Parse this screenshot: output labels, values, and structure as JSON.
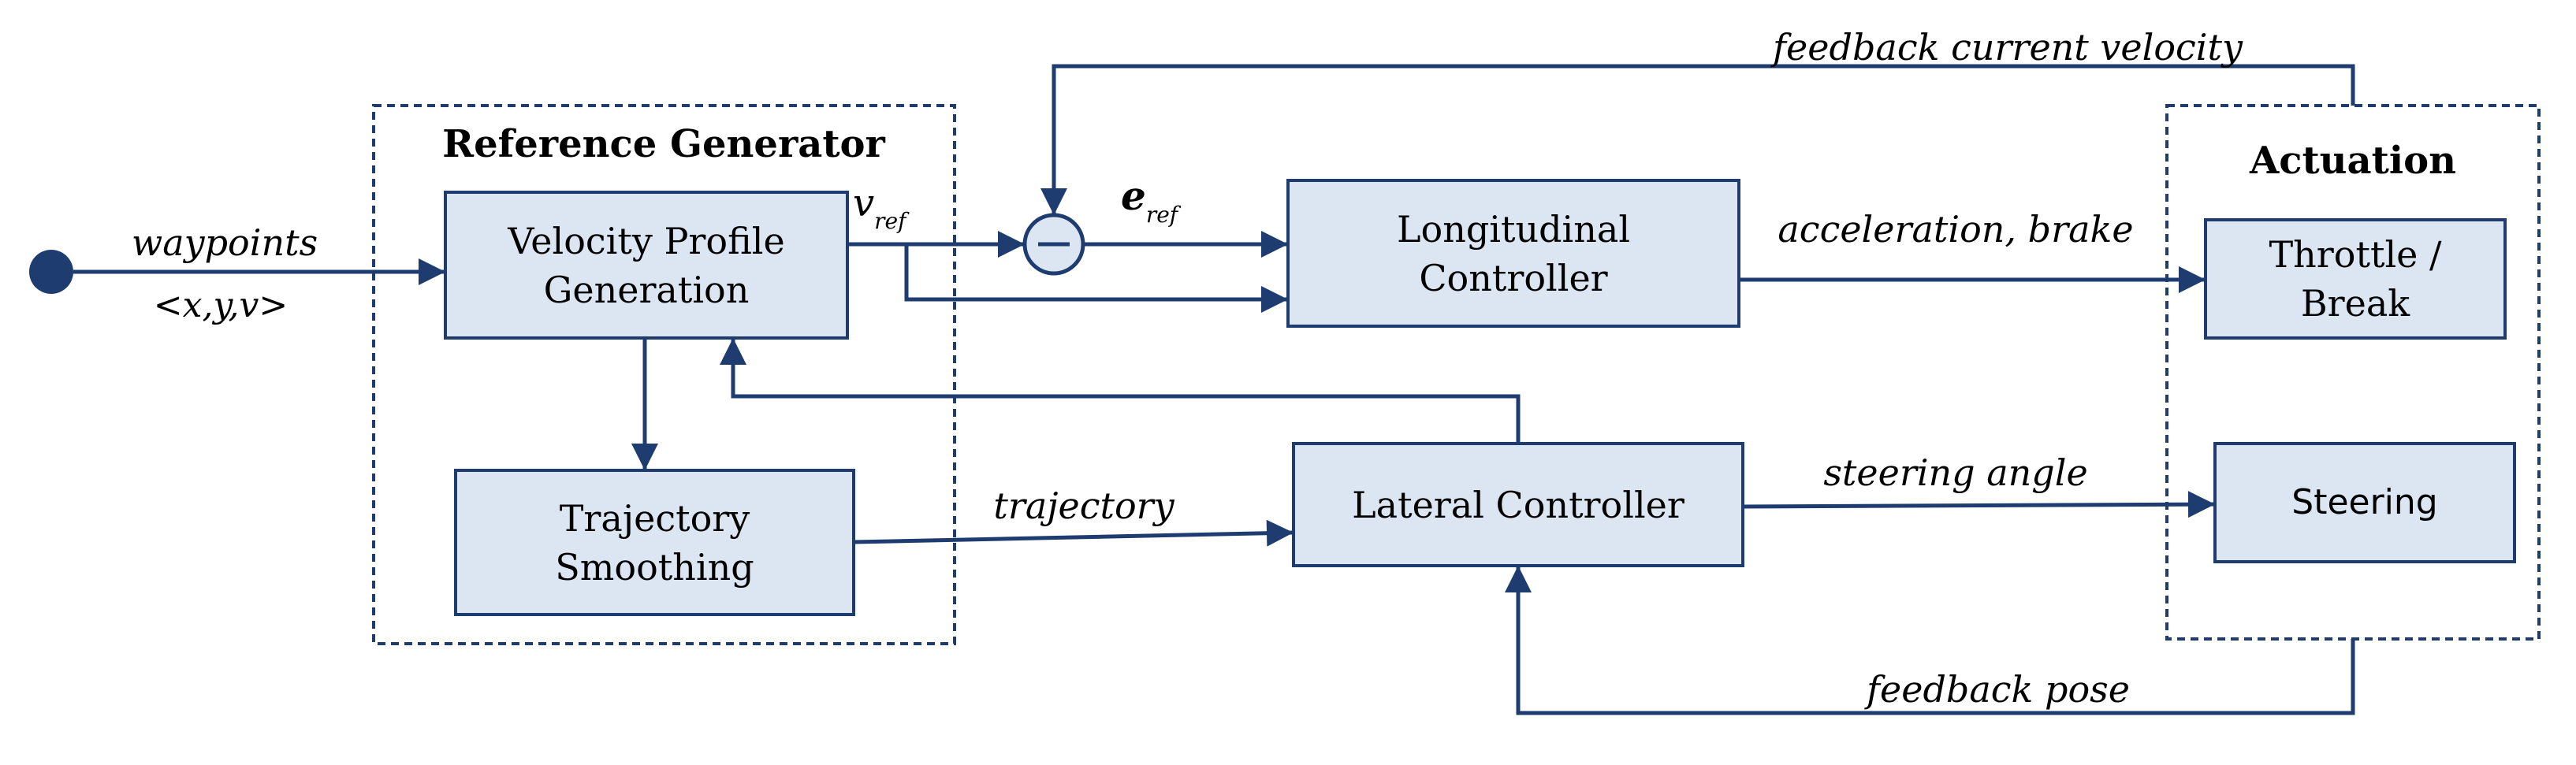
{
  "colors": {
    "box_fill": "#dce6f2",
    "line": "#1f3c70",
    "text": "#000000"
  },
  "groups": {
    "reference_generator": {
      "title": "Reference Generator"
    },
    "actuation": {
      "title": "Actuation"
    }
  },
  "blocks": {
    "velocity_profile": {
      "line1": "Velocity Profile",
      "line2": "Generation"
    },
    "trajectory_smoothing": {
      "line1": "Trajectory",
      "line2": "Smoothing"
    },
    "longitudinal": {
      "line1": "Longitudinal",
      "line2": "Controller"
    },
    "lateral": {
      "line1": "Lateral Controller"
    },
    "throttle": {
      "line1": "Throttle /",
      "line2": "Break"
    },
    "steering": {
      "line1": "Steering"
    }
  },
  "signals": {
    "waypoints": "waypoints",
    "waypoints_tuple": "<x,y,v>",
    "v_ref_base": "v",
    "v_ref_sub": "ref",
    "e_ref_base": "e",
    "e_ref_sub": "ref",
    "trajectory": "trajectory",
    "accel_brake": "acceleration, brake",
    "steering_angle": "steering angle",
    "feedback_velocity": "feedback current velocity",
    "feedback_pose": "feedback pose"
  },
  "summing_junction": {
    "symbol": "−"
  }
}
